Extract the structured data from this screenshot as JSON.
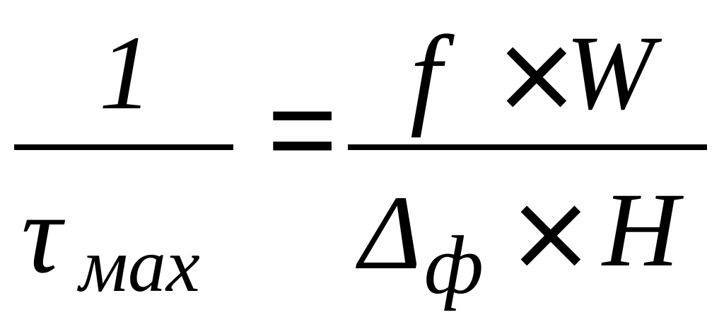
{
  "formula": {
    "left_fraction": {
      "numerator": "1",
      "denominator_symbol": "τ",
      "denominator_subscript": "мах"
    },
    "relation": "=",
    "right_fraction": {
      "numerator_factor_1": "f",
      "numerator_operator": "×",
      "numerator_factor_2": "W",
      "denominator_symbol": "Δ",
      "denominator_subscript": "ф",
      "denominator_operator": "×",
      "denominator_factor_2": "H"
    }
  }
}
